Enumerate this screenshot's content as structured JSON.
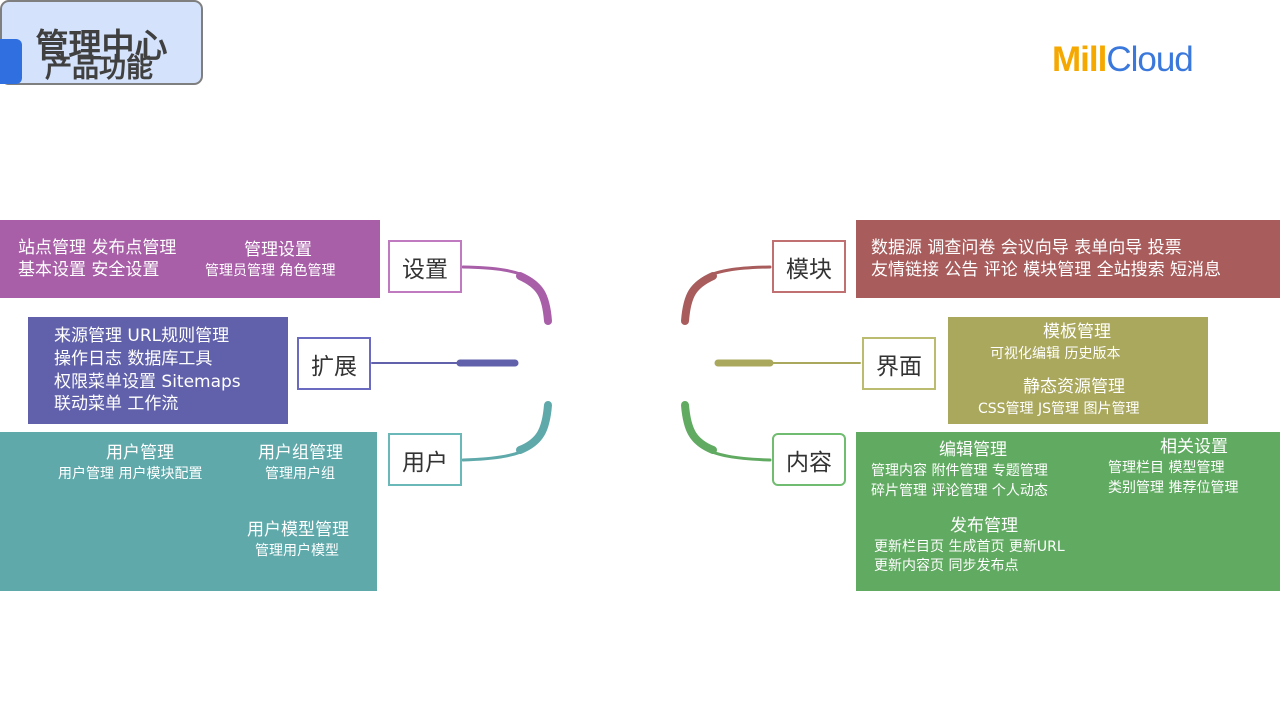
{
  "header": {
    "title": "产品功能",
    "logo_part1": "Mill",
    "logo_part2": "Cloud"
  },
  "center": "管理中心",
  "colors": {
    "settings": "#a85fa8",
    "extension": "#6161ab",
    "user": "#5fa9ab",
    "module": "#a85c5c",
    "ui": "#aaa85c",
    "content": "#61aa62"
  },
  "branches": {
    "settings": {
      "label": "设置",
      "g1": [
        "站点管理  发布点管理",
        "基本设置  安全设置"
      ],
      "g2_title": "管理设置",
      "g2_items": "管理员管理  角色管理"
    },
    "extension": {
      "label": "扩展",
      "lines": [
        "来源管理  URL规则管理",
        "操作日志  数据库工具",
        "权限菜单设置  Sitemaps",
        "联动菜单  工作流"
      ]
    },
    "user": {
      "label": "用户",
      "g1_title": "用户管理",
      "g1_items": "用户管理  用户模块配置",
      "g2_title": "用户组管理",
      "g2_items": "管理用户组",
      "g3_title": "用户模型管理",
      "g3_items": "管理用户模型"
    },
    "module": {
      "label": "模块",
      "lines": [
        "数据源  调查问卷  会议向导  表单向导  投票",
        "友情链接  公告  评论  模块管理  全站搜索  短消息"
      ]
    },
    "ui": {
      "label": "界面",
      "g1_title": "模板管理",
      "g1_items": "可视化编辑  历史版本",
      "g2_title": "静态资源管理",
      "g2_items": "CSS管理  JS管理  图片管理"
    },
    "content": {
      "label": "内容",
      "g1_title": "编辑管理",
      "g1_items": [
        "管理内容  附件管理  专题管理",
        "碎片管理  评论管理  个人动态"
      ],
      "g2_title": "相关设置",
      "g2_items": [
        "管理栏目  模型管理",
        "类别管理  推荐位管理"
      ],
      "g3_title": "发布管理",
      "g3_items": [
        "更新栏目页  生成首页  更新URL",
        "更新内容页  同步发布点"
      ]
    }
  }
}
